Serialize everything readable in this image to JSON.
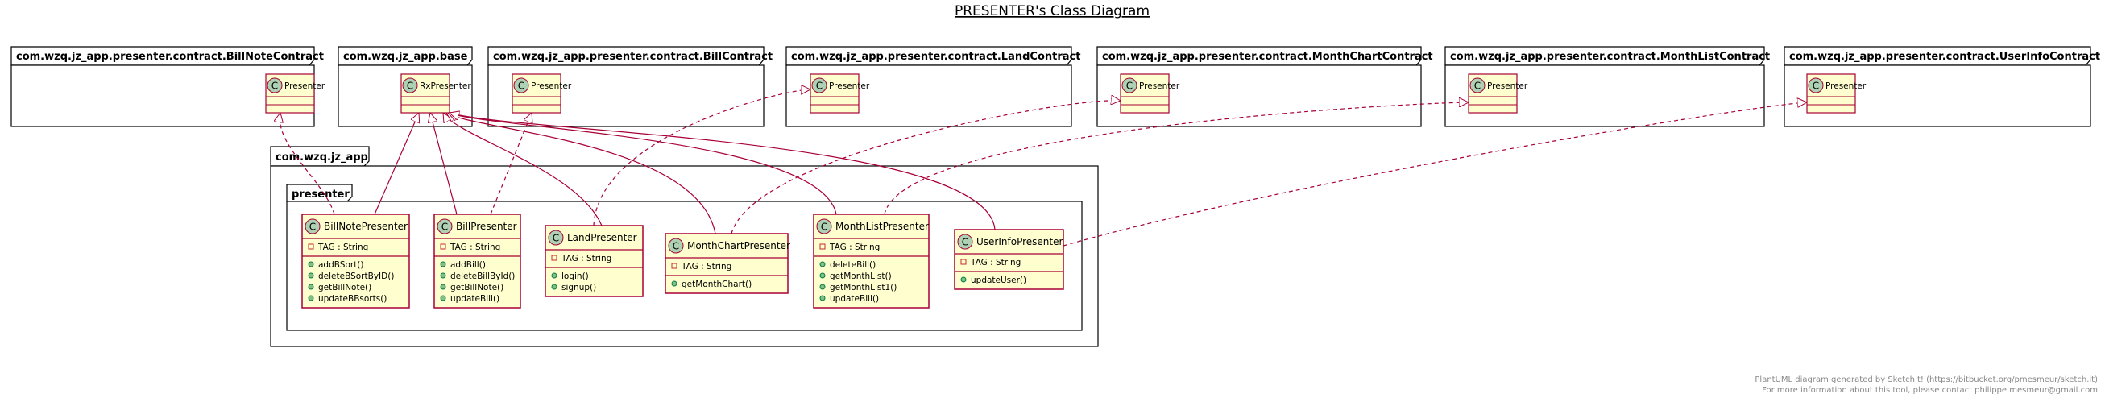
{
  "title": "PRESENTER's Class Diagram",
  "colors": {
    "box_fill": "#FEFECE",
    "box_stroke": "#A80036",
    "circle_fill": "#ADD1B2",
    "edge": "#A80036"
  },
  "contract_packages": [
    {
      "name": "com.wzq.jz_app.presenter.contract.BillNoteContract",
      "class": "Presenter"
    },
    {
      "name": "com.wzq.jz_app.base",
      "class": "RxPresenter"
    },
    {
      "name": "com.wzq.jz_app.presenter.contract.BillContract",
      "class": "Presenter"
    },
    {
      "name": "com.wzq.jz_app.presenter.contract.LandContract",
      "class": "Presenter"
    },
    {
      "name": "com.wzq.jz_app.presenter.contract.MonthChartContract",
      "class": "Presenter"
    },
    {
      "name": "com.wzq.jz_app.presenter.contract.MonthListContract",
      "class": "Presenter"
    },
    {
      "name": "com.wzq.jz_app.presenter.contract.UserInfoContract",
      "class": "Presenter"
    }
  ],
  "outer_package": "com.wzq.jz_app",
  "inner_package": "presenter",
  "classes": [
    {
      "name": "BillNotePresenter",
      "fields": [
        "TAG : String"
      ],
      "methods": [
        "addBSort()",
        "deleteBSortByID()",
        "getBillNote()",
        "updateBBsorts()"
      ]
    },
    {
      "name": "BillPresenter",
      "fields": [
        "TAG : String"
      ],
      "methods": [
        "addBill()",
        "deleteBillById()",
        "getBillNote()",
        "updateBill()"
      ]
    },
    {
      "name": "LandPresenter",
      "fields": [
        "TAG : String"
      ],
      "methods": [
        "login()",
        "signup()"
      ]
    },
    {
      "name": "MonthChartPresenter",
      "fields": [
        "TAG : String"
      ],
      "methods": [
        "getMonthChart()"
      ]
    },
    {
      "name": "MonthListPresenter",
      "fields": [
        "TAG : String"
      ],
      "methods": [
        "deleteBill()",
        "getMonthList()",
        "getMonthList1()",
        "updateBill()"
      ]
    },
    {
      "name": "UserInfoPresenter",
      "fields": [
        "TAG : String"
      ],
      "methods": [
        "updateUser()"
      ]
    }
  ],
  "circle_letter": "C",
  "footer": {
    "line1": "PlantUML diagram generated by SketchIt! (https://bitbucket.org/pmesmeur/sketch.it)",
    "line2": "For more information about this tool, please contact philippe.mesmeur@gmail.com"
  }
}
